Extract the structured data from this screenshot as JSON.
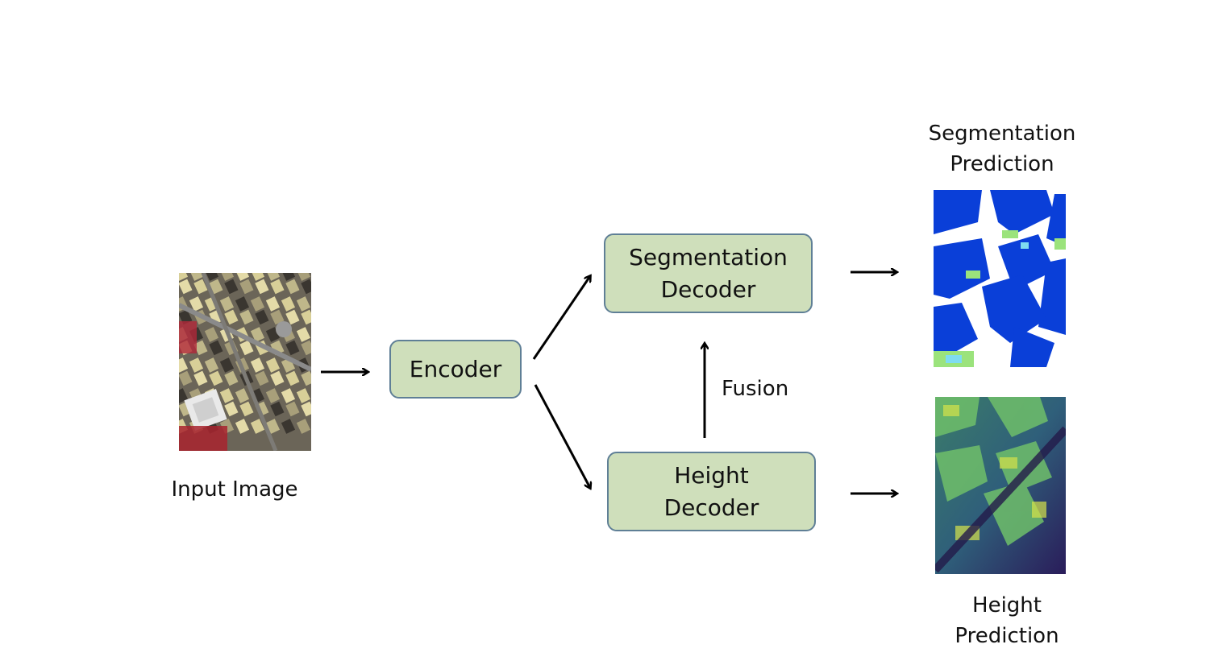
{
  "input": {
    "label": "Input Image"
  },
  "encoder": {
    "label": "Encoder"
  },
  "seg_decoder": {
    "line1": "Segmentation",
    "line2": "Decoder"
  },
  "height_decoder": {
    "line1": "Height",
    "line2": "Decoder"
  },
  "fusion": {
    "label": "Fusion"
  },
  "seg_output": {
    "line1": "Segmentation",
    "line2": "Prediction"
  },
  "height_output": {
    "line1": "Height",
    "line2": "Prediction"
  },
  "colors": {
    "box_fill": "#cfdfbb",
    "box_border": "#5f7f96",
    "seg_building": "#0a3fd8",
    "seg_vegetation": "#9be37c",
    "height_low": "#2a1c5a",
    "height_high": "#d6e24a"
  }
}
